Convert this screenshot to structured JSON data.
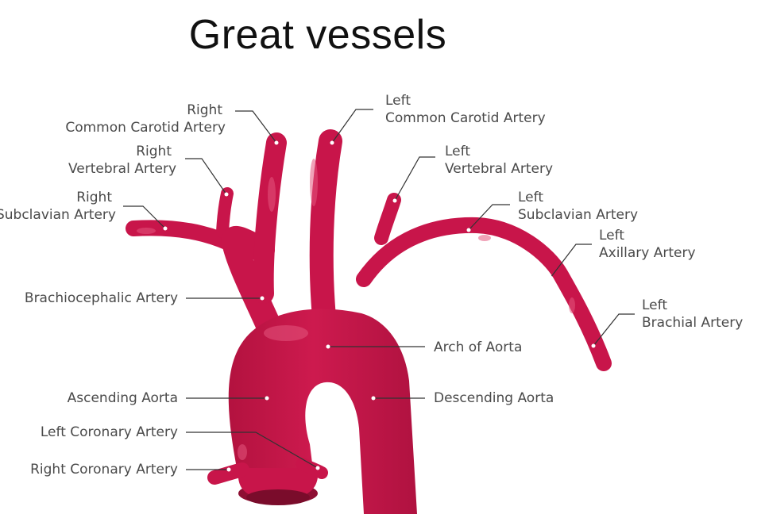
{
  "title": "Great vessels",
  "colors": {
    "vessel": "#c8154a",
    "vessel_dark": "#8e0f33",
    "highlight": "#e4567e",
    "leader": "#333333",
    "text": "#4a4a4a"
  },
  "labels": {
    "right_common_carotid_line1": "Right",
    "right_common_carotid_line2": "Common Carotid Artery",
    "left_common_carotid_line1": "Left",
    "left_common_carotid_line2": "Common Carotid Artery",
    "right_vertebral_line1": "Right",
    "right_vertebral_line2": "Vertebral Artery",
    "left_vertebral_line1": "Left",
    "left_vertebral_line2": "Vertebral Artery",
    "right_subclavian_line1": "Right",
    "right_subclavian_line2": "Subclavian Artery",
    "left_subclavian_line1": "Left",
    "left_subclavian_line2": "Subclavian Artery",
    "left_axillary_line1": "Left",
    "left_axillary_line2": "Axillary Artery",
    "left_brachial_line1": "Left",
    "left_brachial_line2": "Brachial Artery",
    "brachiocephalic": "Brachiocephalic Artery",
    "arch_of_aorta": "Arch of Aorta",
    "ascending_aorta": "Ascending Aorta",
    "descending_aorta": "Descending Aorta",
    "left_coronary": "Left Coronary Artery",
    "right_coronary": "Right Coronary Artery"
  }
}
